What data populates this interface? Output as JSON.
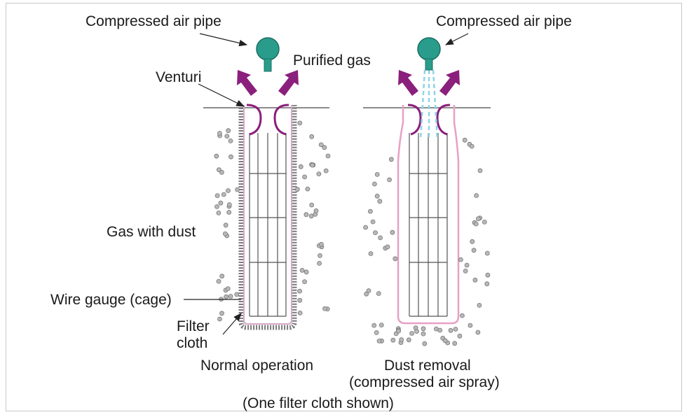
{
  "labels": {
    "compressed_air_pipe_left": "Compressed air pipe",
    "compressed_air_pipe_right": "Compressed air pipe",
    "purified_gas": "Purified gas",
    "venturi": "Venturi",
    "gas_with_dust": "Gas with dust",
    "wire_gauge": "Wire gauge (cage)",
    "filter_cloth_line1": "Filter",
    "filter_cloth_line2": "cloth",
    "normal_operation": "Normal operation",
    "dust_removal_line1": "Dust removal",
    "dust_removal_line2": "(compressed air spray)",
    "note": "(One filter cloth shown)"
  },
  "colors": {
    "nozzle": "#2a9c8c",
    "arrow": "#8b1f7c",
    "venturi": "#8b1f7c",
    "cloth_normal": "#d9a8c8",
    "cloth_removal": "#e8a0c4",
    "spray": "#8fd3e8",
    "cage": "#555555",
    "dust": "#999999"
  }
}
